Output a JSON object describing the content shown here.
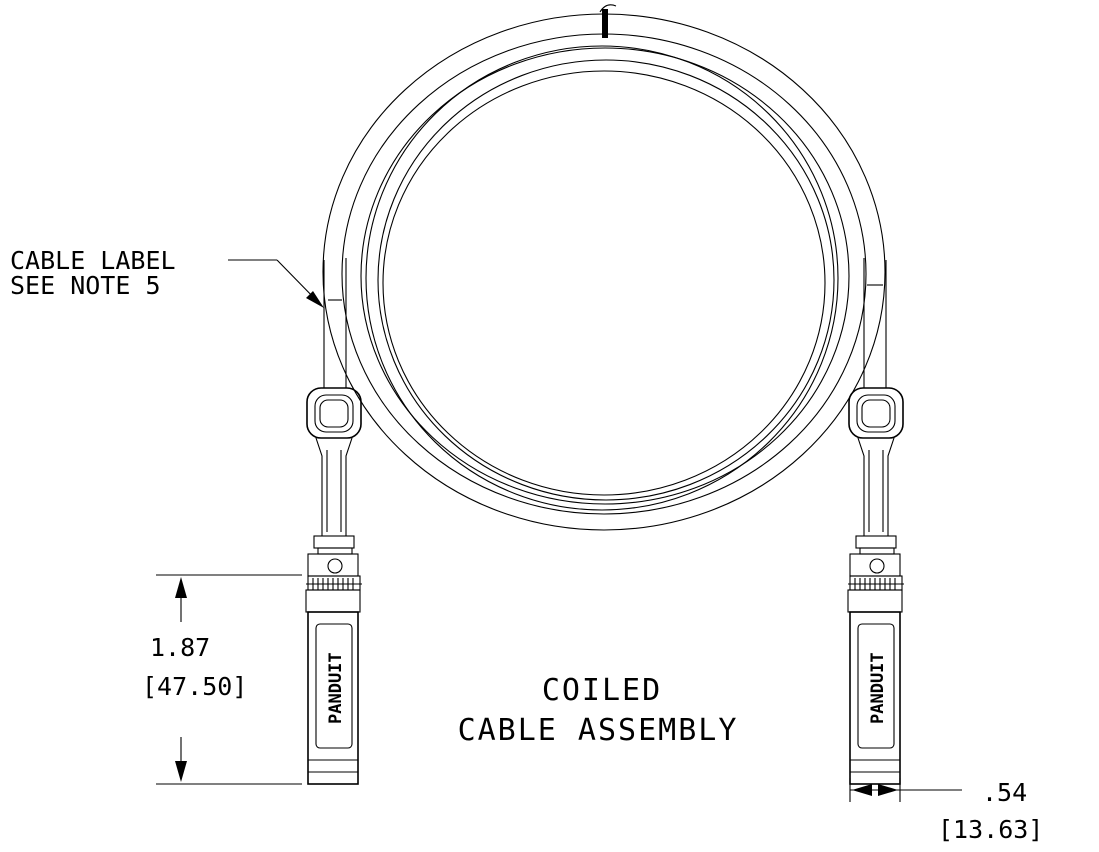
{
  "callout": {
    "line1": "CABLE LABEL",
    "line2": "SEE NOTE 5"
  },
  "dimensions": {
    "height": {
      "inch": "1.87",
      "mm": "[47.50]"
    },
    "width": {
      "inch": ".54",
      "mm": "[13.63]"
    }
  },
  "title": {
    "line1": "COILED",
    "line2": "CABLE ASSEMBLY"
  },
  "connector_logo": "PANDUIT"
}
